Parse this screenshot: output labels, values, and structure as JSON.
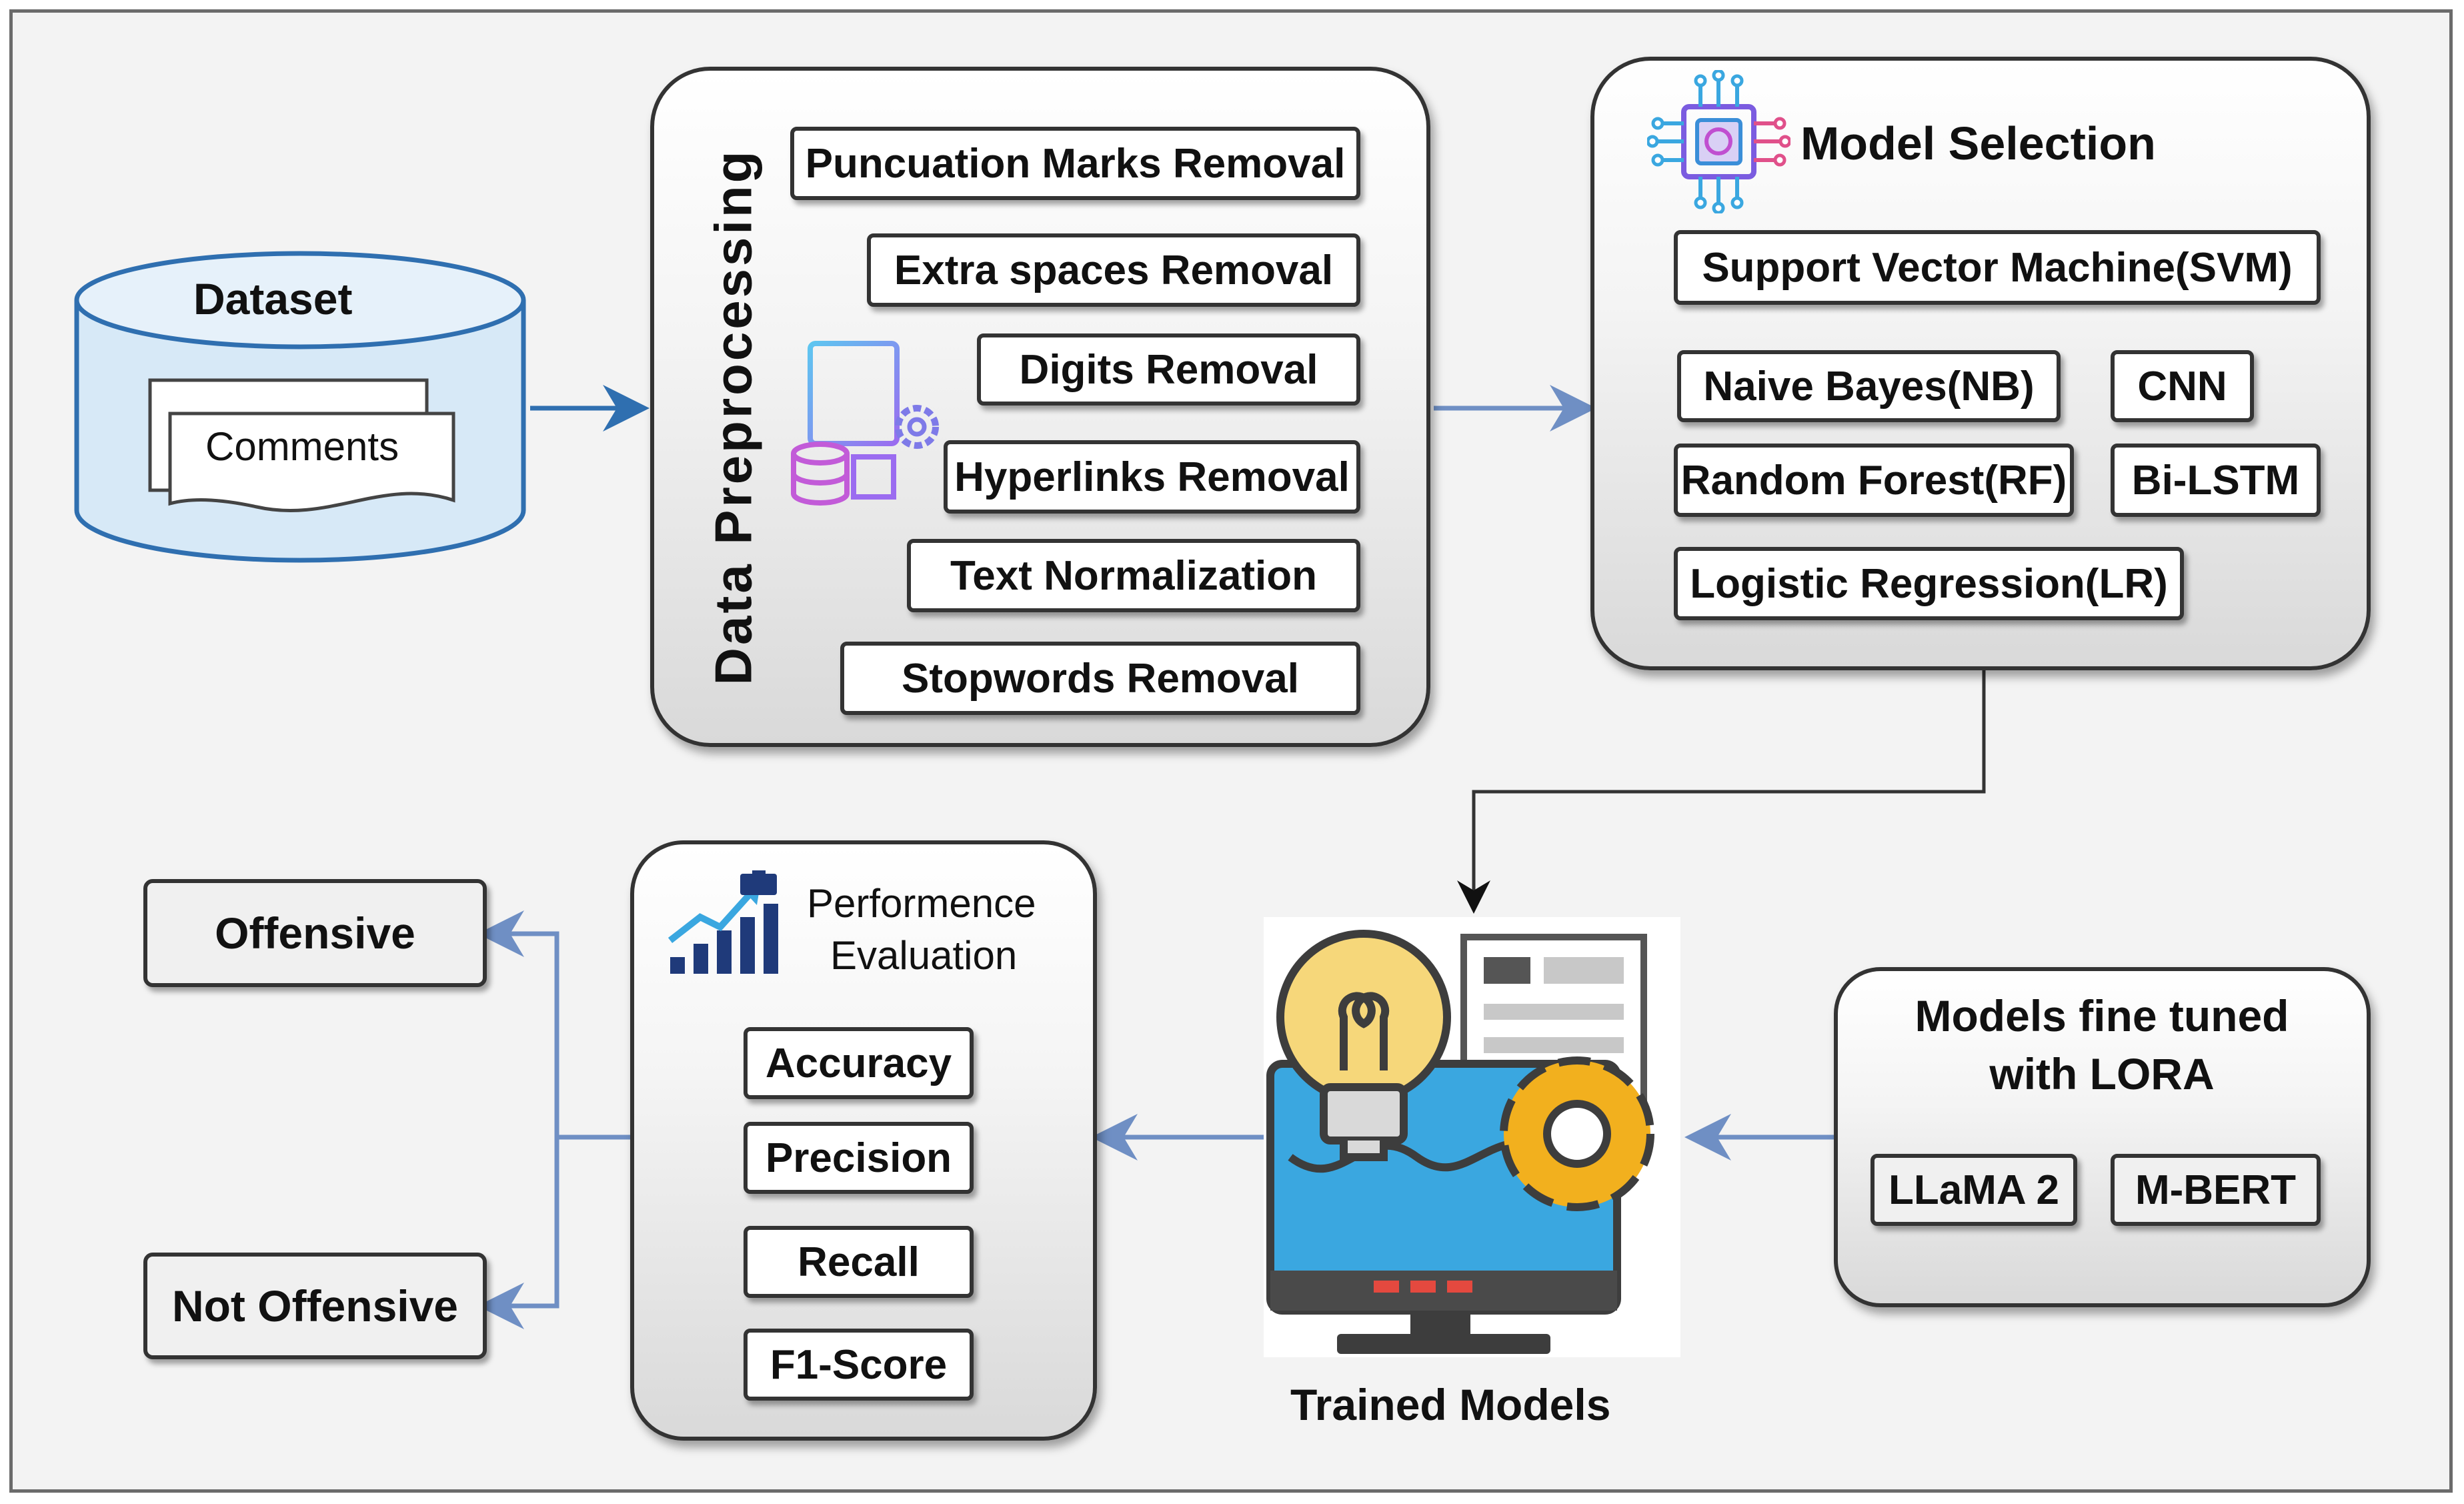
{
  "dataset": {
    "title": "Dataset",
    "item": "Comments"
  },
  "preprocessing": {
    "title": "Data Preprocessing",
    "steps": [
      "Puncuation Marks Removal",
      "Extra spaces Removal",
      "Digits Removal",
      "Hyperlinks Removal",
      "Text Normalization",
      "Stopwords Removal"
    ]
  },
  "model_selection": {
    "title": "Model Selection",
    "models": [
      "Support Vector Machine(SVM)",
      "Naive Bayes(NB)",
      "CNN",
      "Random Forest(RF)",
      "Bi-LSTM",
      "Logistic Regression(LR)"
    ]
  },
  "fine_tuned": {
    "title_line1": "Models fine tuned",
    "title_line2": "with LORA",
    "models": [
      "LLaMA 2",
      "M-BERT"
    ]
  },
  "trained_models": {
    "label": "Trained Models"
  },
  "evaluation": {
    "title_line1": "Performence",
    "title_line2": "Evaluation",
    "metrics": [
      "Accuracy",
      "Precision",
      "Recall",
      "F1-Score"
    ]
  },
  "outputs": [
    "Offensive",
    "Not Offensive"
  ],
  "colors": {
    "arrow": "#6f8fc4",
    "dataset_arrow": "#2f6fb0",
    "dataset_fill": "#d7e9f7",
    "dataset_stroke": "#2f6fb0",
    "bulb": "#f6d77a",
    "gear": "#f2b01e",
    "monitor": "#3aa7e0"
  },
  "icons": [
    "preprocessing-icon",
    "chip-brain-icon",
    "bar-chart-icon",
    "bulb-monitor-gear-icon",
    "document-stack-icon"
  ]
}
